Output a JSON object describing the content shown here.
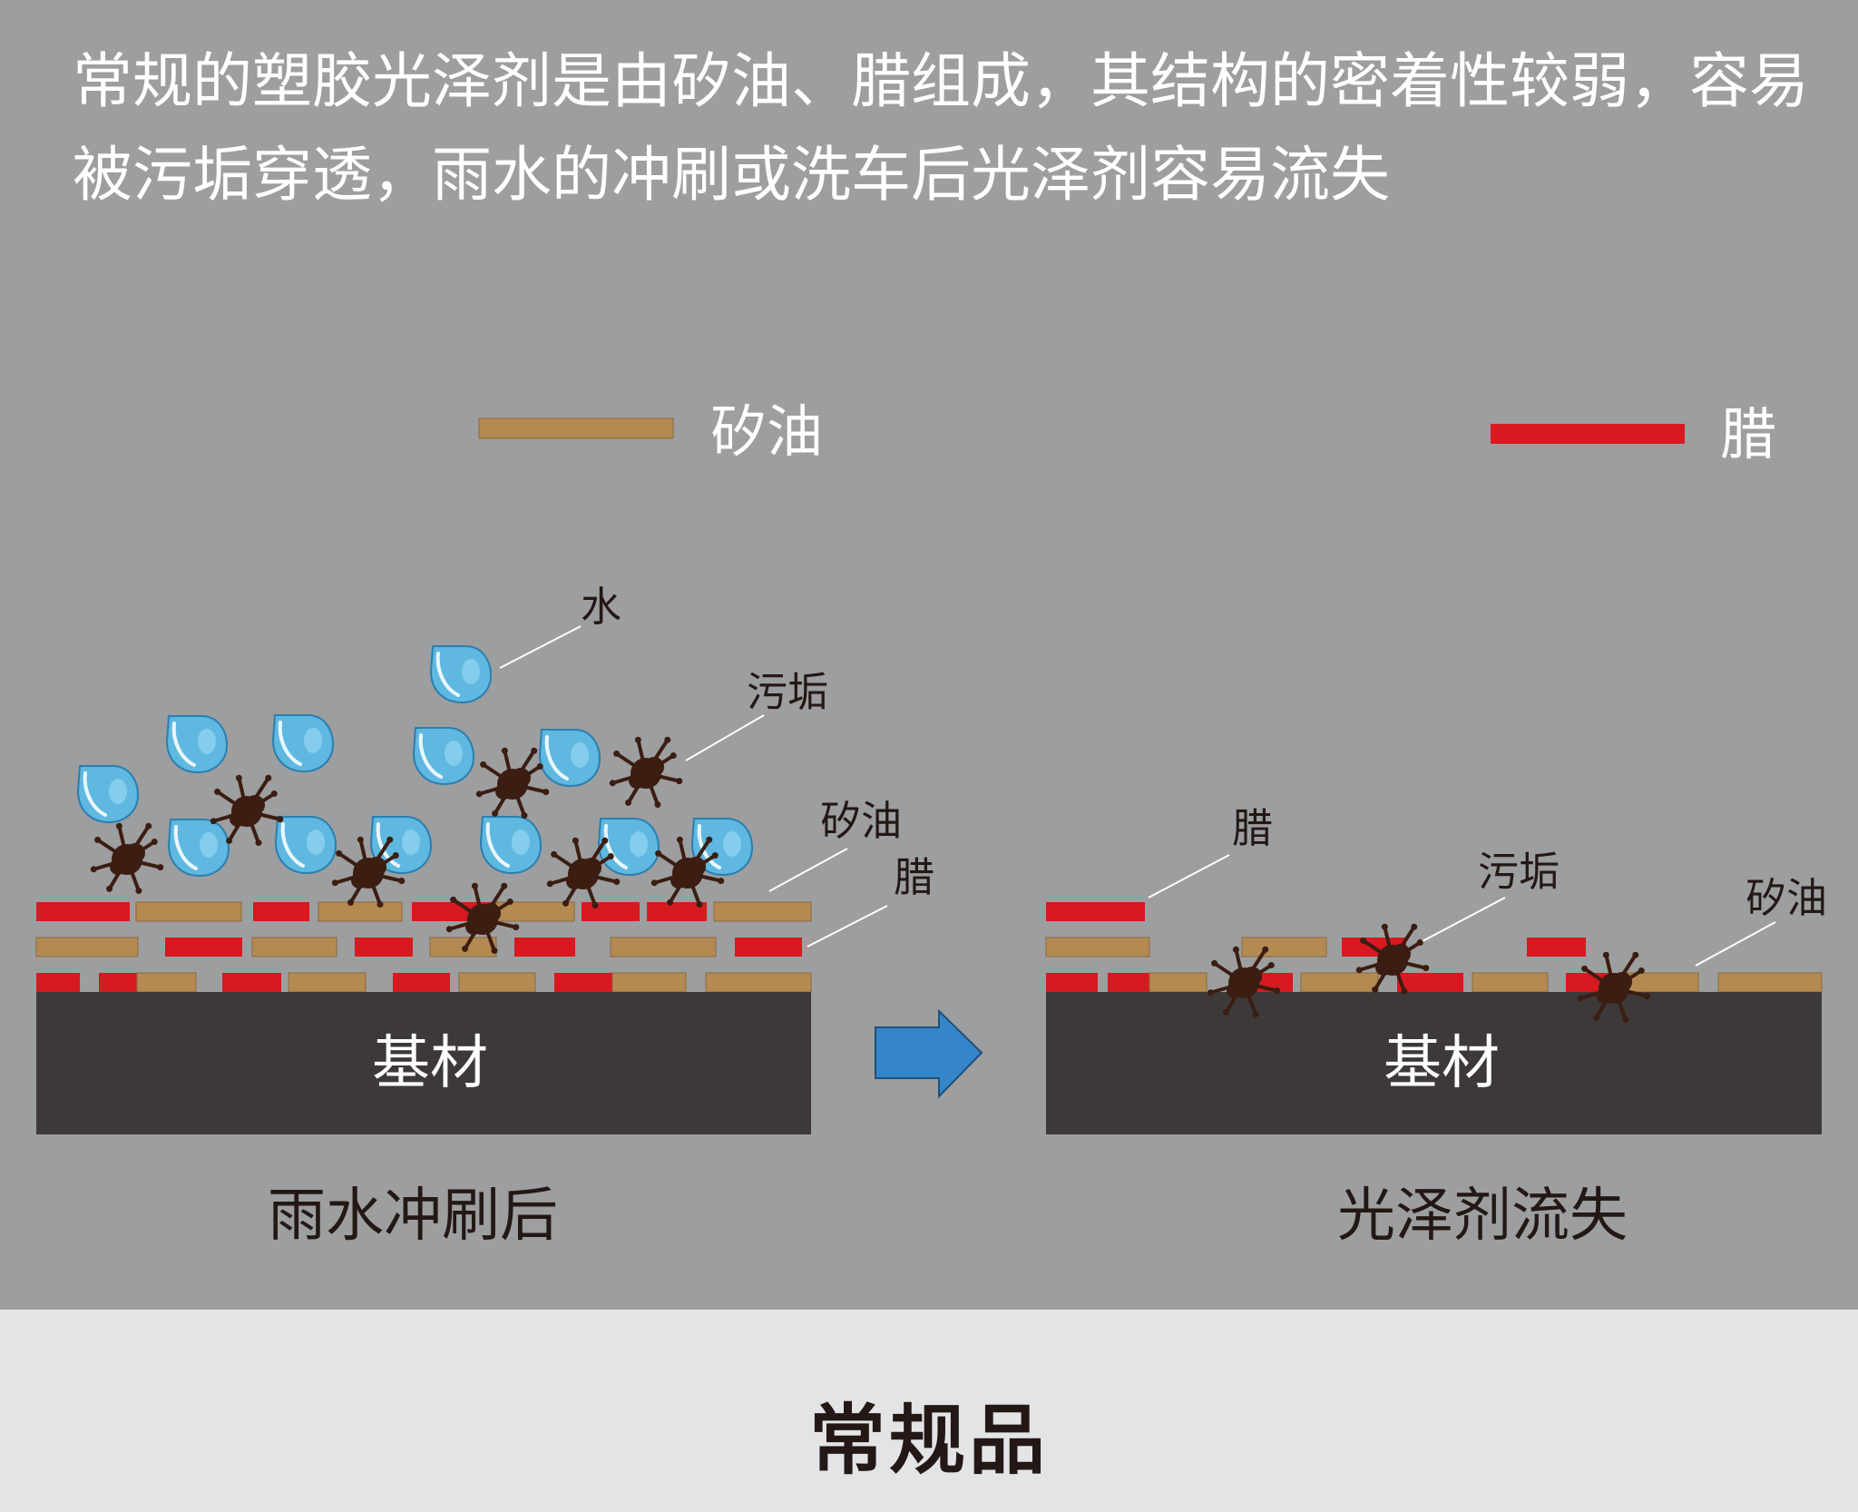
{
  "intro": {
    "line1": "常规的塑胶光泽剂是由矽油、腊组成，其结构的密着性较弱，容易",
    "line2": "被污垢穿透，雨水的冲刷或洗车后光泽剂容易流失"
  },
  "legend": {
    "silicone_label": "矽油",
    "wax_label": "腊"
  },
  "colors": {
    "background": "#9d9e9f",
    "footer_band": "#e3e4e6",
    "silicone": "#b48a52",
    "wax": "#d71920",
    "substrate": "#3e3939",
    "arrow": "#3486c8",
    "water": "#5fb8e0",
    "dirt": "#3b1d12"
  },
  "left_panel": {
    "callouts": {
      "water": "水",
      "dirt": "污垢",
      "silicone": "矽油",
      "wax": "腊"
    },
    "substrate_label": "基材",
    "caption": "雨水冲刷后"
  },
  "right_panel": {
    "callouts": {
      "wax": "腊",
      "dirt": "污垢",
      "silicone": "矽油"
    },
    "substrate_label": "基材",
    "caption": "光泽剂流失"
  },
  "icons": {
    "transition": "right-arrow-icon",
    "water": "water-drop-icon",
    "dirt": "dirt-splat-icon"
  },
  "footer": {
    "title": "常规品"
  }
}
